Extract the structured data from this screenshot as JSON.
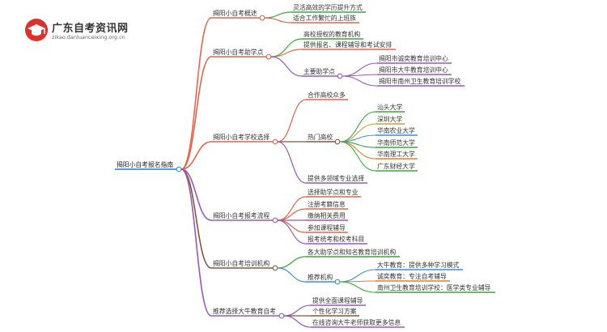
{
  "brand": {
    "title": "广东自考资讯网",
    "subtitle": "zikao.danluanceixing.org.cn"
  },
  "root": {
    "label": "揭阳小自考报名指南"
  },
  "branches": [
    {
      "label": "揭阳小自考概述",
      "color": "#e0674d",
      "children": [
        {
          "label": "灵活高效的学历提升方式",
          "color": "#3aa63a"
        },
        {
          "label": "适合工作繁忙的上班族",
          "color": "#e0674d"
        }
      ]
    },
    {
      "label": "揭阳小自考助学点",
      "color": "#e0674d",
      "children": [
        {
          "label": "高校授权的教育机构",
          "color": "#3aa63a"
        },
        {
          "label": "提供报名、课程辅导和考试安排",
          "color": "#e0674d"
        },
        {
          "label": "主要助学点",
          "color": "#9b59b6",
          "children": [
            {
              "label": "揭阳市诚奕教育培训中心",
              "color": "#9b59b6"
            },
            {
              "label": "揭阳市大牛教育培训中心",
              "color": "#9b59b6"
            },
            {
              "label": "揭阳市南州卫生教育培训学校",
              "color": "#9b59b6"
            }
          ]
        }
      ]
    },
    {
      "label": "揭阳小自考学校选择",
      "color": "#e0674d",
      "children": [
        {
          "label": "合作高校众多",
          "color": "#e0674d"
        },
        {
          "label": "热门高校",
          "color": "#7f5a3f",
          "children": [
            {
              "label": "汕头大学",
              "color": "#3aa63a"
            },
            {
              "label": "深圳大学",
              "color": "#c9a227"
            },
            {
              "label": "华南农业大学",
              "color": "#3b8fd6"
            },
            {
              "label": "华南师范大学",
              "color": "#3aa63a"
            },
            {
              "label": "华南理工大学",
              "color": "#e67e22"
            },
            {
              "label": "广东财经大学",
              "color": "#3aa63a"
            }
          ]
        },
        {
          "label": "提供多领域专业选择",
          "color": "#9b59b6"
        }
      ]
    },
    {
      "label": "揭阳小自考报考流程",
      "color": "#9b59b6",
      "children": [
        {
          "label": "选择助学点和专业",
          "color": "#e0674d"
        },
        {
          "label": "注册考籍信息",
          "color": "#e0674d"
        },
        {
          "label": "缴纳相关费用",
          "color": "#9b59b6"
        },
        {
          "label": "参加课程辅导",
          "color": "#e0674d"
        },
        {
          "label": "报考统考和校考科目",
          "color": "#9b59b6"
        }
      ]
    },
    {
      "label": "揭阳小自考培训机构",
      "color": "#7f5a3f",
      "children": [
        {
          "label": "各大助学点和知名教育培训机构",
          "color": "#3aa63a"
        },
        {
          "label": "推荐机构",
          "color": "#3b8fd6",
          "children": [
            {
              "label": "大牛教育：提供多种学习模式",
              "color": "#3b8fd6"
            },
            {
              "label": "诚奕教育：专注自考辅导",
              "color": "#e67e22"
            },
            {
              "label": "南州卫生教育培训学校：医学类专业辅导",
              "color": "#3aa63a"
            }
          ]
        }
      ]
    },
    {
      "label": "推荐选择大牛教育自考",
      "color": "#9b59b6",
      "children": [
        {
          "label": "提供全面课程辅导",
          "color": "#9b59b6"
        },
        {
          "label": "个性化学习方案",
          "color": "#7f5a3f"
        },
        {
          "label": "在线咨询大牛老师获取更多信息",
          "color": "#9b59b6"
        }
      ]
    }
  ]
}
